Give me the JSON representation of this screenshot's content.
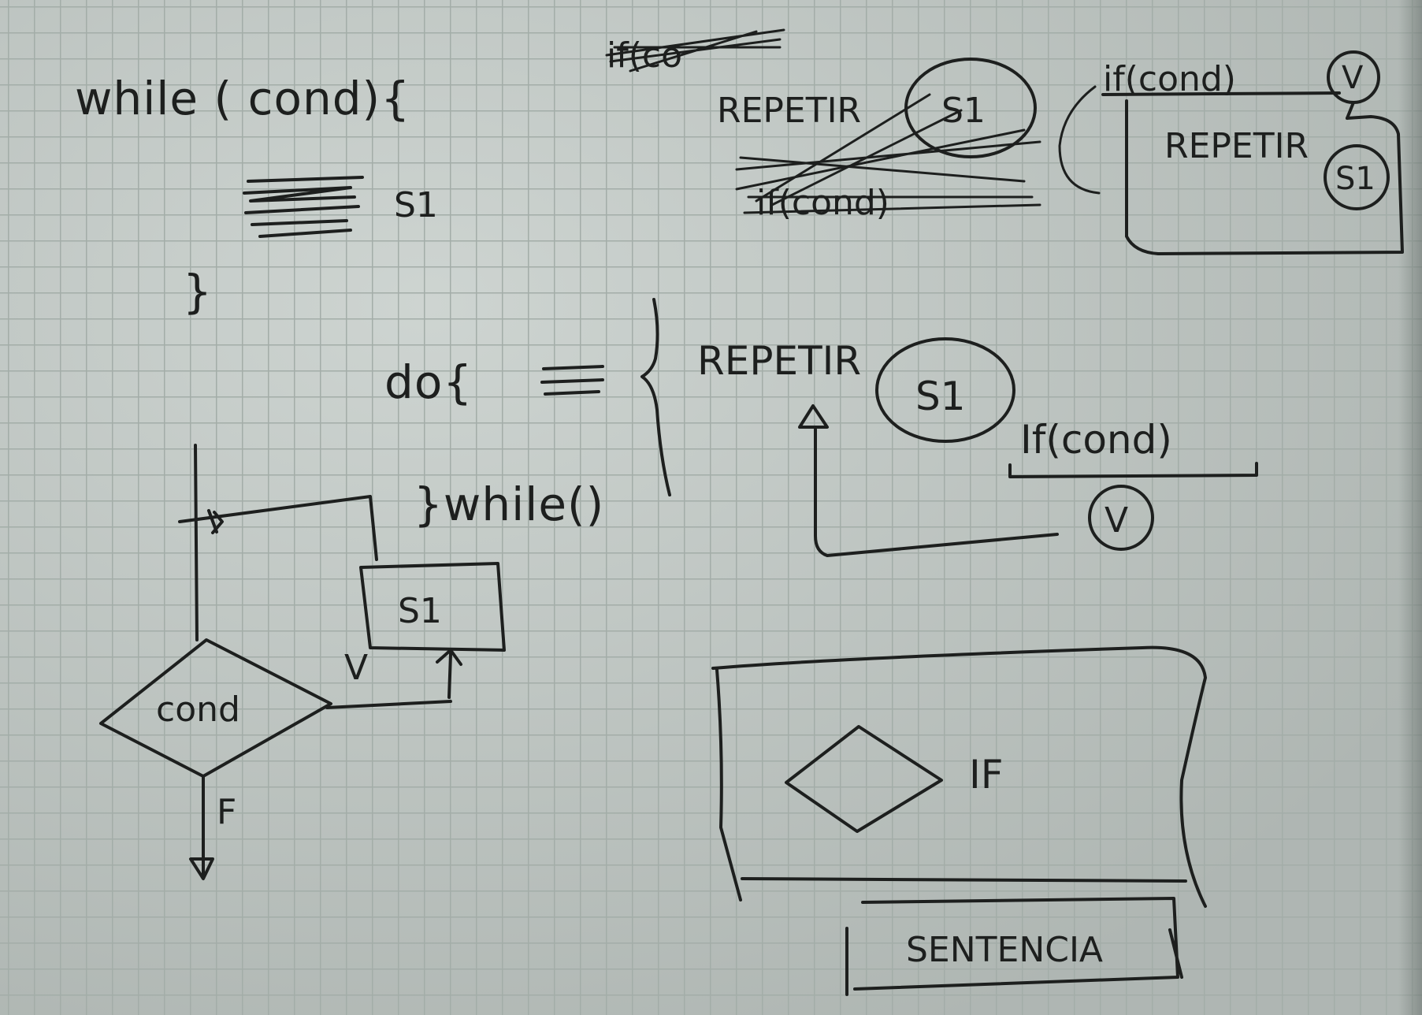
{
  "sketch": {
    "while_block": {
      "header": "while ( cond){",
      "body": "S1",
      "close": "}"
    },
    "do_while_block": {
      "do": "do{",
      "close": "}while()",
      "equivalence": "≡"
    },
    "repeat_block": {
      "keyword": "REPETIR",
      "statement": "S1",
      "condition": "If(cond)",
      "true_mark": "V"
    },
    "crossed_out": {
      "top": "if(co",
      "repeat": "REPETIR",
      "statement": "S1",
      "condition": "if(cond)"
    },
    "top_right_block": {
      "condition": "if(cond)",
      "true_mark": "V",
      "keyword": "REPETIR",
      "statement": "S1"
    },
    "flowchart": {
      "decision": "cond",
      "statement": "S1",
      "true_label": "V",
      "false_label": "F"
    },
    "if_box": {
      "label": "IF",
      "footer": "SENTENCIA"
    }
  },
  "colors": {
    "paper": "#c3cbc7",
    "grid": "#a3ada8",
    "ink": "#1d1f1e"
  }
}
